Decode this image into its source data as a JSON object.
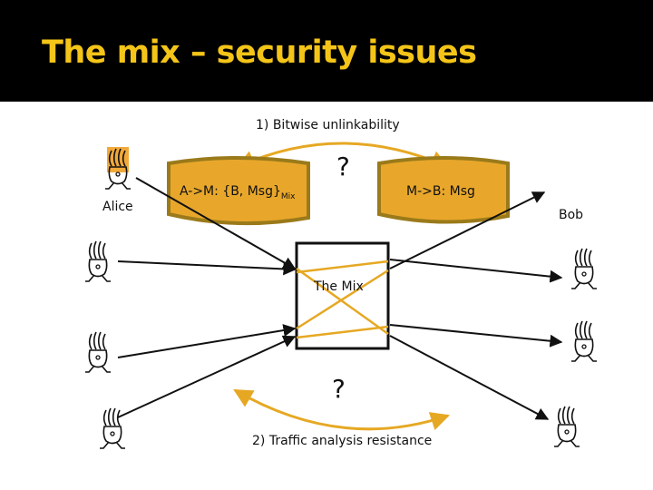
{
  "slide": {
    "title": "The mix – security issues",
    "section1": "1) Bitwise unlinkability",
    "section2": "2) Traffic analysis resistance",
    "alice_label": "Alice",
    "bob_label": "Bob",
    "msg_in_main": "A->M: {B, Msg}",
    "msg_in_sub": "Mix",
    "msg_out": "M->B: Msg",
    "mix_label": "The Mix",
    "question_top": "?",
    "question_bottom": "?"
  },
  "colors": {
    "title_bg": "#000000",
    "title_text": "#f4c518",
    "accent": "#e6a823",
    "banner_fill": "#e8a72b",
    "banner_border": "#9a7a1a",
    "line": "#111111",
    "person_highlight": "#f1a93a"
  },
  "icons": [
    "person-icon"
  ]
}
